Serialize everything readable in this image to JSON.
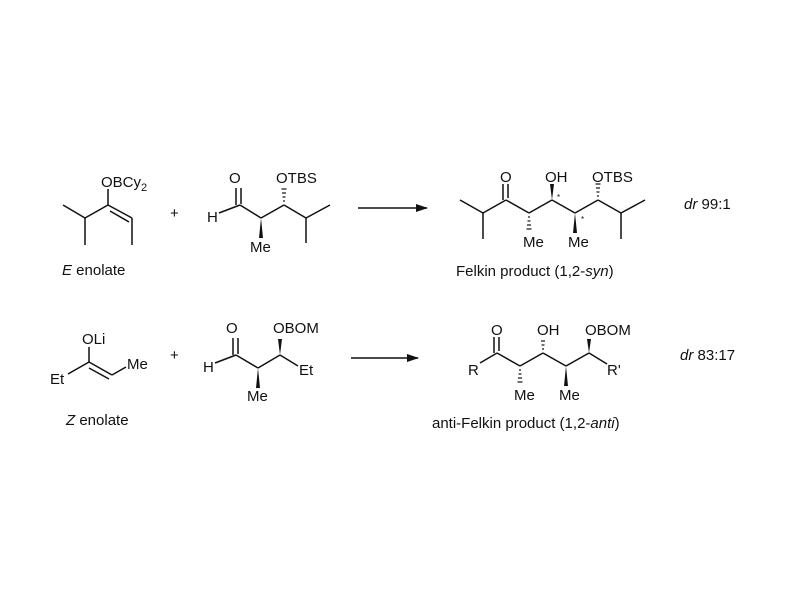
{
  "reactions": [
    {
      "enolate": {
        "substituent": "OBCy",
        "substituent_subscript": "2",
        "caption_italic": "E",
        "caption": " enolate"
      },
      "plus": "+",
      "aldehyde": {
        "h_label": "H",
        "o_label": "O",
        "protecting_group": "OTBS",
        "methyl": "Me"
      },
      "arrow": "right-arrow",
      "product": {
        "o_label": "O",
        "oh_label": "OH",
        "protecting_group": "OTBS",
        "methyl_1": "Me",
        "methyl_2": "Me",
        "star": "*",
        "caption_prefix": "Felkin product (1,2-",
        "caption_italic": "syn",
        "caption_suffix": ")"
      },
      "dr_label": "dr",
      "dr_value": " 99:1"
    },
    {
      "enolate": {
        "substituent": "OLi",
        "left_group": "Et",
        "right_group": "Me",
        "caption_italic": "Z",
        "caption": " enolate"
      },
      "plus": "+",
      "aldehyde": {
        "h_label": "H",
        "o_label": "O",
        "protecting_group": "OBOM",
        "ethyl": "Et",
        "methyl": "Me"
      },
      "arrow": "right-arrow",
      "product": {
        "o_label": "O",
        "oh_label": "OH",
        "protecting_group": "OBOM",
        "r_label": "R",
        "r_prime_label": "R'",
        "methyl_1": "Me",
        "methyl_2": "Me",
        "caption_prefix": "anti-Felkin product (1,2-",
        "caption_italic": "anti",
        "caption_suffix": ")"
      },
      "dr_label": "dr",
      "dr_value": " 83:17"
    }
  ]
}
